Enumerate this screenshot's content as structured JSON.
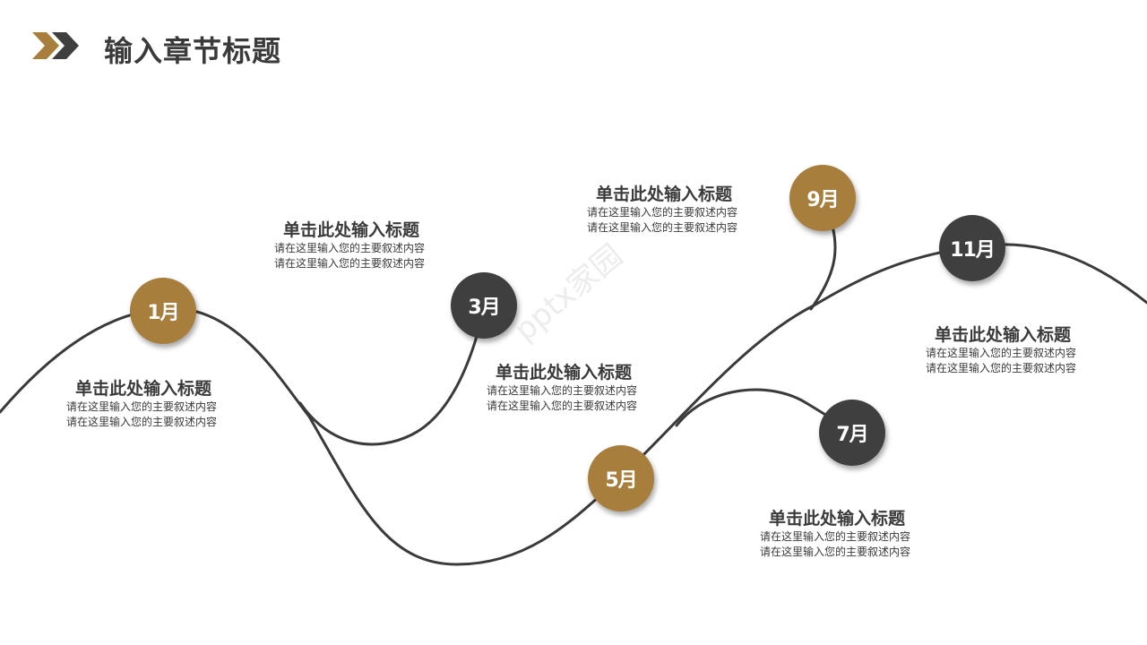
{
  "slide": {
    "title": "输入章节标题",
    "accent_color": "#a87e3c",
    "dark_color": "#3f3f3f",
    "watermark": "pptx家园"
  },
  "nodes": [
    {
      "label": "1月",
      "style": "gold"
    },
    {
      "label": "3月",
      "style": "dark"
    },
    {
      "label": "5月",
      "style": "gold"
    },
    {
      "label": "7月",
      "style": "dark"
    },
    {
      "label": "9月",
      "style": "gold"
    },
    {
      "label": "11月",
      "style": "dark"
    }
  ],
  "blocks": [
    {
      "title": "单击此处输入标题",
      "desc1": "请在这里输入您的主要叙述内容",
      "desc2": "请在这里输入您的主要叙述内容"
    },
    {
      "title": "单击此处输入标题",
      "desc1": "请在这里输入您的主要叙述内容",
      "desc2": "请在这里输入您的主要叙述内容"
    },
    {
      "title": "单击此处输入标题",
      "desc1": "请在这里输入您的主要叙述内容",
      "desc2": "请在这里输入您的主要叙述内容"
    },
    {
      "title": "单击此处输入标题",
      "desc1": "请在这里输入您的主要叙述内容",
      "desc2": "请在这里输入您的主要叙述内容"
    },
    {
      "title": "单击此处输入标题",
      "desc1": "请在这里输入您的主要叙述内容",
      "desc2": "请在这里输入您的主要叙述内容"
    },
    {
      "title": "单击此处输入标题",
      "desc1": "请在这里输入您的主要叙述内容",
      "desc2": "请在这里输入您的主要叙述内容"
    }
  ]
}
